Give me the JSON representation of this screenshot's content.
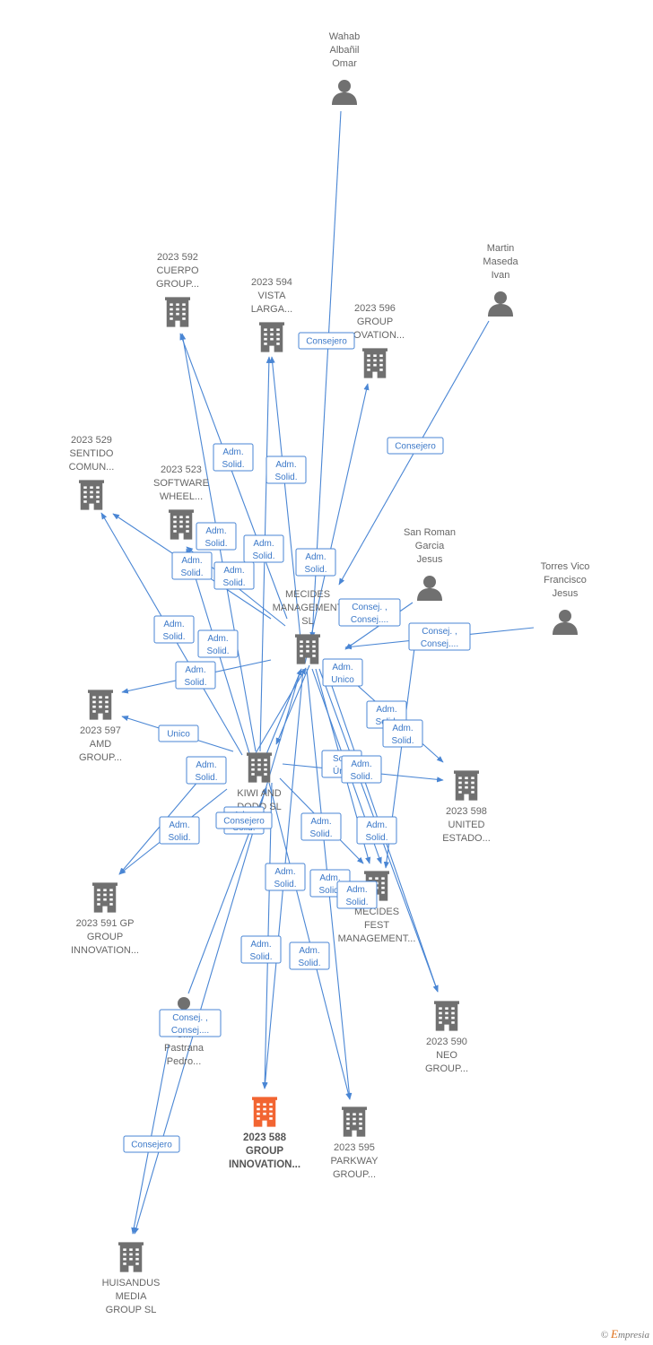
{
  "colors": {
    "edge": "#4a86d4",
    "node": "#707070",
    "focus": "#f26532"
  },
  "watermark": {
    "copyright": "©",
    "brand_initial": "E",
    "brand_rest": "mpresia"
  },
  "nodes": [
    {
      "id": "wahab",
      "type": "person",
      "lines": [
        "Wahab",
        "Albañil",
        "Omar"
      ]
    },
    {
      "id": "martin",
      "type": "person",
      "lines": [
        "Martin",
        "Maseda",
        "Ivan"
      ]
    },
    {
      "id": "sanroman",
      "type": "person",
      "lines": [
        "San Roman",
        "Garcia",
        "Jesus"
      ]
    },
    {
      "id": "torres",
      "type": "person",
      "lines": [
        "Torres Vico",
        "Francisco",
        "Jesus"
      ]
    },
    {
      "id": "pastrana",
      "type": "person",
      "lines": [
        "S...",
        "Pastrana",
        "Pedro..."
      ]
    },
    {
      "id": "c592",
      "type": "company",
      "lines": [
        "2023 592",
        "CUERPO",
        "GROUP..."
      ]
    },
    {
      "id": "c594",
      "type": "company",
      "lines": [
        "2023 594",
        "VISTA",
        "LARGA..."
      ]
    },
    {
      "id": "c596",
      "type": "company",
      "lines": [
        "2023 596",
        "GROUP",
        "...OVATION..."
      ]
    },
    {
      "id": "c529",
      "type": "company",
      "lines": [
        "2023 529",
        "SENTIDO",
        "COMUN..."
      ]
    },
    {
      "id": "c523",
      "type": "company",
      "lines": [
        "2023 523",
        "SOFTWARE",
        "WHEEL..."
      ]
    },
    {
      "id": "mecides",
      "type": "company",
      "lines": [
        "MECIDES",
        "MANAGEMENT",
        "SL"
      ]
    },
    {
      "id": "c597",
      "type": "company",
      "lines": [
        "2023 597",
        "AMD",
        "GROUP..."
      ]
    },
    {
      "id": "kiwi",
      "type": "company",
      "lines": [
        "KIWI AND",
        "DODO  SL"
      ]
    },
    {
      "id": "c598",
      "type": "company",
      "lines": [
        "2023 598",
        "UNITED",
        "ESTADO..."
      ]
    },
    {
      "id": "c591",
      "type": "company",
      "lines": [
        "2023 591 GP",
        "GROUP",
        "INNOVATION..."
      ]
    },
    {
      "id": "mecfest",
      "type": "company",
      "lines": [
        "MECIDES",
        "FEST",
        "MANAGEMENT..."
      ]
    },
    {
      "id": "c590",
      "type": "company",
      "lines": [
        "2023 590",
        "NEO",
        "GROUP..."
      ]
    },
    {
      "id": "c588",
      "type": "focus",
      "lines": [
        "2023 588",
        "GROUP",
        "INNOVATION..."
      ]
    },
    {
      "id": "c595",
      "type": "company",
      "lines": [
        "2023 595",
        "PARKWAY",
        "GROUP..."
      ]
    },
    {
      "id": "huisandus",
      "type": "company",
      "lines": [
        "HUISANDUS",
        "MEDIA",
        "GROUP  SL"
      ]
    }
  ],
  "edge_labels": [
    {
      "id": "l1",
      "lines": [
        "Consejero"
      ]
    },
    {
      "id": "l2",
      "lines": [
        "Consejero"
      ]
    },
    {
      "id": "l3",
      "lines": [
        "Adm.",
        "Solid."
      ]
    },
    {
      "id": "l4",
      "lines": [
        "Adm.",
        "Solid."
      ]
    },
    {
      "id": "l5",
      "lines": [
        "Adm.",
        "Solid."
      ]
    },
    {
      "id": "l6",
      "lines": [
        "Adm.",
        "Solid."
      ]
    },
    {
      "id": "l7",
      "lines": [
        "Adm.",
        "Solid."
      ]
    },
    {
      "id": "l8",
      "lines": [
        "Adm.",
        "Solid."
      ]
    },
    {
      "id": "l9",
      "lines": [
        "Adm.",
        "Solid."
      ]
    },
    {
      "id": "l10",
      "lines": [
        "Consej. ,",
        "Consej...."
      ]
    },
    {
      "id": "l11",
      "lines": [
        "Consej. ,",
        "Consej...."
      ]
    },
    {
      "id": "l12",
      "lines": [
        "Adm.",
        "Solid."
      ]
    },
    {
      "id": "l13",
      "lines": [
        "Adm.",
        "Solid."
      ]
    },
    {
      "id": "l14",
      "lines": [
        "Adm.",
        "Solid."
      ]
    },
    {
      "id": "l15",
      "lines": [
        "Adm.",
        "Unico"
      ]
    },
    {
      "id": "l16",
      "lines": [
        "Adm.",
        "Solid."
      ]
    },
    {
      "id": "l17",
      "lines": [
        "Adm.",
        "Solid."
      ]
    },
    {
      "id": "l18",
      "lines": [
        "Unico"
      ]
    },
    {
      "id": "l19",
      "lines": [
        "Adm.",
        "Solid."
      ]
    },
    {
      "id": "l20",
      "lines": [
        "Soc.",
        "Únic"
      ]
    },
    {
      "id": "l21",
      "lines": [
        "Adm.",
        "Solid."
      ]
    },
    {
      "id": "l22",
      "lines": [
        "Adm.",
        "Solid."
      ]
    },
    {
      "id": "l23",
      "lines": [
        "Consejero"
      ]
    },
    {
      "id": "l24",
      "lines": [
        "Adm.",
        "Solid."
      ]
    },
    {
      "id": "l25",
      "lines": [
        "Adm.",
        "Solid."
      ]
    },
    {
      "id": "l26",
      "lines": [
        "Adm.",
        "Solid."
      ]
    },
    {
      "id": "l27",
      "lines": [
        "Adm.",
        "Solid."
      ]
    },
    {
      "id": "l28",
      "lines": [
        "Adm.",
        "Solid."
      ]
    },
    {
      "id": "l29",
      "lines": [
        "Adm.",
        "Solid."
      ]
    },
    {
      "id": "l30",
      "lines": [
        "Adm.",
        "Solid."
      ]
    },
    {
      "id": "l31",
      "lines": [
        "Adm.",
        "Solid."
      ]
    },
    {
      "id": "l32",
      "lines": [
        "Consej. ,",
        "Consej...."
      ]
    },
    {
      "id": "l33",
      "lines": [
        "Consejero"
      ]
    }
  ]
}
